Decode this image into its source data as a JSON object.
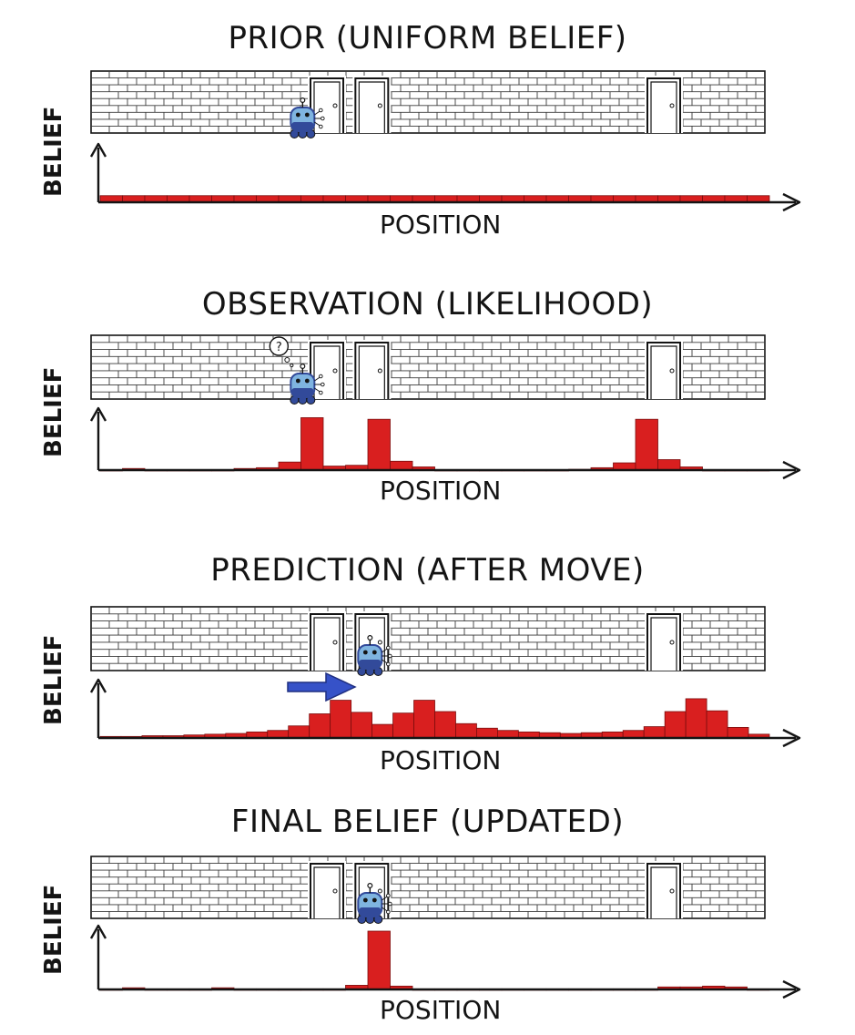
{
  "colors": {
    "ink": "#141414",
    "bar_fill": "#d91f1f",
    "bar_stroke": "#7a0d0d",
    "robot_body": "#7fb4e0",
    "robot_dark": "#324a9a",
    "move_arrow": "#3652c8",
    "wall_line": "#3a3a3a"
  },
  "icons": [
    "robot-icon",
    "door-icon",
    "thought-bubble-icon",
    "move-right-arrow-icon"
  ],
  "axis_labels": {
    "y": "BELIEF",
    "x": "POSITION"
  },
  "chart_data": [
    {
      "type": "bar",
      "title": "PRIOR (UNIFORM BELIEF)",
      "xlabel": "POSITION",
      "ylabel": "BELIEF",
      "values": [
        1,
        1,
        1,
        1,
        1,
        1,
        1,
        1,
        1,
        1,
        1,
        1,
        1,
        1,
        1,
        1,
        1,
        1,
        1,
        1,
        1,
        1,
        1,
        1,
        1,
        1,
        1,
        1,
        1,
        1
      ],
      "ylim": [
        0,
        8
      ],
      "doors": [
        10,
        12,
        25
      ],
      "robot_position": 9,
      "robot_thinking": false,
      "move_arrow": false
    },
    {
      "type": "bar",
      "title": "OBSERVATION (LIKELIHOOD)",
      "xlabel": "POSITION",
      "ylabel": "BELIEF",
      "values": [
        0,
        0.2,
        0,
        0,
        0,
        0,
        0.2,
        0.3,
        1.0,
        6.5,
        0.5,
        0.6,
        6.3,
        1.1,
        0.4,
        0,
        0,
        0,
        0,
        0,
        0,
        0.1,
        0.3,
        0.9,
        6.3,
        1.3,
        0.4,
        0,
        0,
        0
      ],
      "ylim": [
        0,
        7
      ],
      "doors": [
        10,
        12,
        25
      ],
      "robot_position": 9,
      "robot_thinking": true,
      "move_arrow": false
    },
    {
      "type": "bar",
      "title": "PREDICTION (AFTER MOVE)",
      "xlabel": "POSITION",
      "ylabel": "BELIEF",
      "values": [
        0.2,
        0.2,
        0.3,
        0.3,
        0.4,
        0.5,
        0.6,
        0.8,
        1.0,
        1.6,
        3.2,
        5.0,
        3.4,
        1.8,
        3.3,
        5.0,
        3.5,
        1.9,
        1.3,
        1.0,
        0.8,
        0.7,
        0.6,
        0.7,
        0.8,
        1.0,
        1.5,
        3.5,
        5.2,
        3.6,
        1.4,
        0.5
      ],
      "ylim": [
        0,
        7
      ],
      "doors": [
        10,
        12,
        25
      ],
      "robot_position": 12,
      "robot_thinking": false,
      "move_arrow": true
    },
    {
      "type": "bar",
      "title": "FINAL BELIEF (UPDATED)",
      "xlabel": "POSITION",
      "ylabel": "BELIEF",
      "values": [
        0,
        0.2,
        0,
        0,
        0,
        0.2,
        0,
        0,
        0,
        0,
        0,
        0.5,
        7.0,
        0.4,
        0,
        0,
        0,
        0,
        0,
        0,
        0,
        0,
        0,
        0,
        0,
        0.3,
        0.3,
        0.4,
        0.3,
        0
      ],
      "ylim": [
        0,
        7
      ],
      "doors": [
        10,
        12,
        25
      ],
      "robot_position": 12,
      "robot_thinking": false,
      "move_arrow": false
    }
  ]
}
